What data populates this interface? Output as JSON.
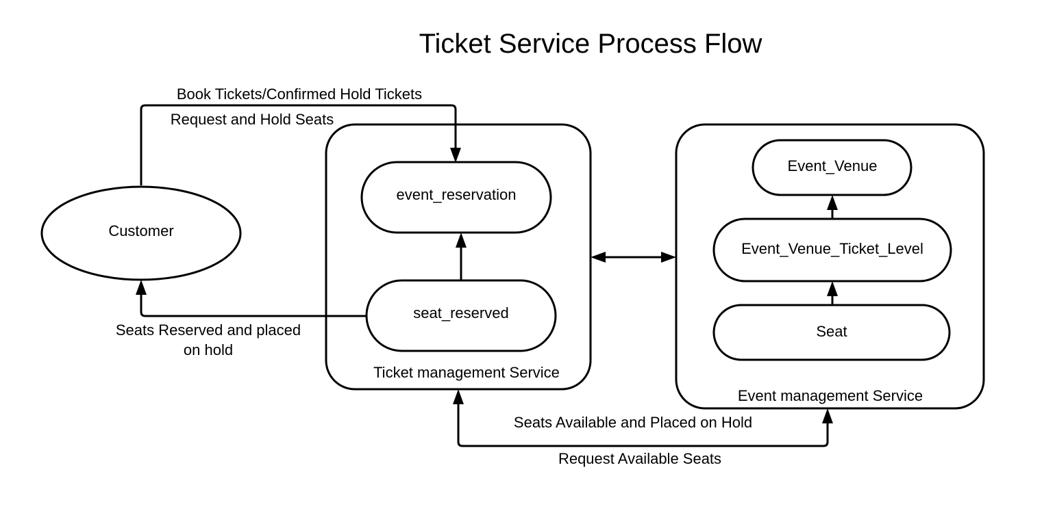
{
  "title": "Ticket Service Process Flow",
  "nodes": {
    "customer": "Customer",
    "event_reservation": "event_reservation",
    "seat_reserved": "seat_reserved",
    "event_venue": "Event_Venue",
    "event_venue_ticket_level": "Event_Venue_Ticket_Level",
    "seat": "Seat"
  },
  "containers": {
    "ticket_management": "Ticket management Service",
    "event_management": "Event management Service"
  },
  "edges": {
    "book_tickets": "Book Tickets/Confirmed Hold Tickets",
    "request_hold": "Request and Hold Seats",
    "seats_reserved_line1": "Seats Reserved and placed",
    "seats_reserved_line2": "on hold",
    "seats_available": "Seats Available and Placed on Hold",
    "request_available": "Request Available Seats"
  }
}
